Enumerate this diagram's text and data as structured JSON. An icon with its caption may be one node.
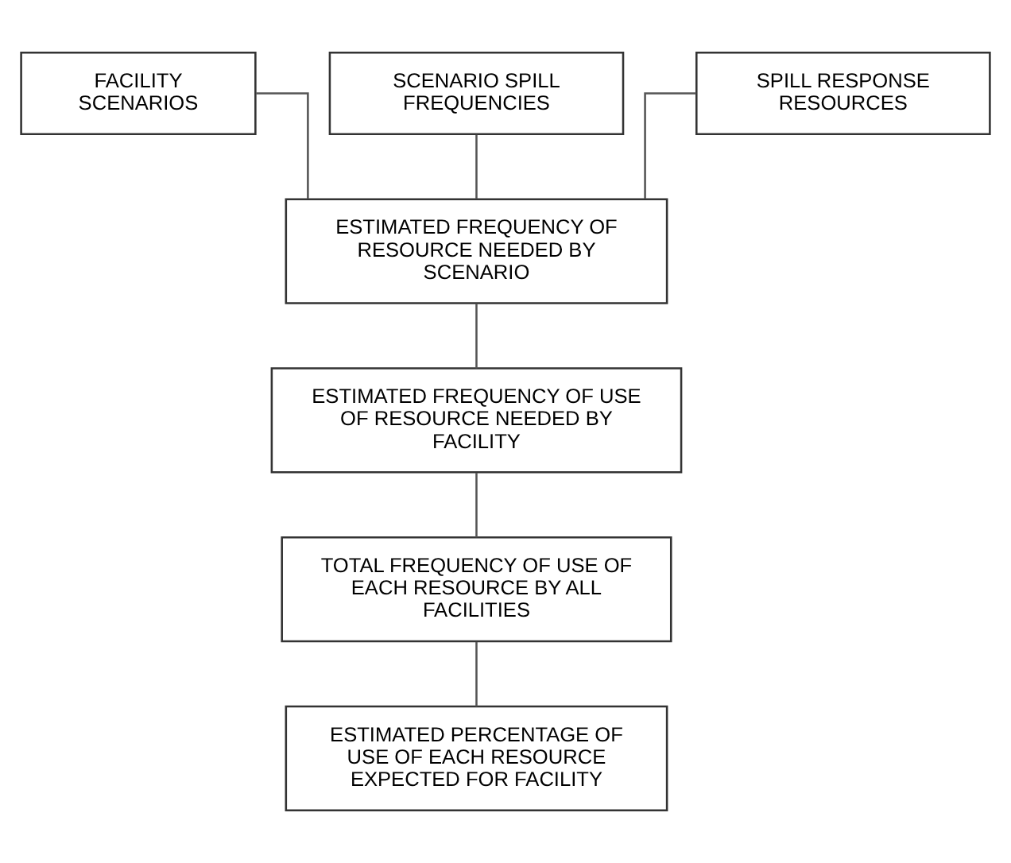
{
  "diagram": {
    "nodes": [
      {
        "text": [
          "FACILITY SCENARIOS"
        ]
      },
      {
        "text": [
          "SCENARIO SPILL FREQUENCIES"
        ]
      },
      {
        "text": [
          "SPILL RESPONSE RESOURCES"
        ]
      },
      {
        "text": [
          "ESTIMATED FREQUENCY OF RESOURCE NEEDED BY SCENARIO"
        ]
      },
      {
        "text": [
          "ESTIMATED FREQUENCY OF USE OF RESOURCE NEEDED BY FACILITY"
        ]
      },
      {
        "text": [
          "TOTAL FREQUENCY OF USE OF EACH RESOURCE BY ALL FACILITIES"
        ]
      },
      {
        "text": [
          "ESTIMATED PERCENTAGE OF USE OF EACH RESOURCE EXPECTED FOR FACILITY"
        ]
      }
    ],
    "edges": [
      {
        "from": 0,
        "to": 3,
        "arrow": "none"
      },
      {
        "from": 1,
        "to": 3,
        "arrow": "none"
      },
      {
        "from": 2,
        "to": 3,
        "arrow": "none"
      },
      {
        "from": 3,
        "to": 4,
        "arrow": "none"
      },
      {
        "from": 4,
        "to": 5,
        "arrow": "none"
      },
      {
        "from": 5,
        "to": 6,
        "arrow": "none"
      }
    ]
  }
}
